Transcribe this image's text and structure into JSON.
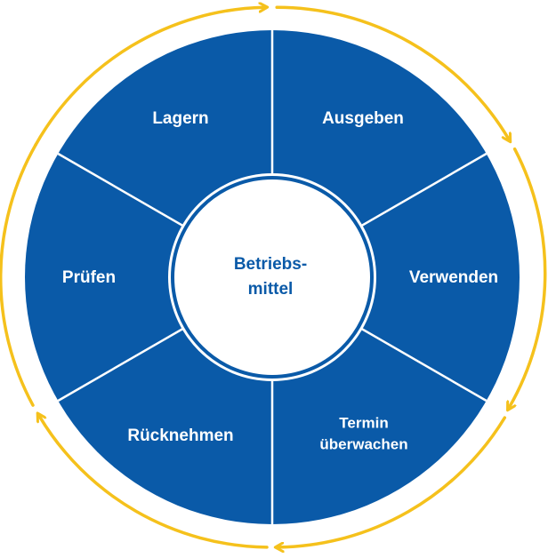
{
  "center": {
    "line1": "Betriebs-",
    "line2": "mittel"
  },
  "segments": [
    {
      "id": "lagern",
      "label": "Lagern"
    },
    {
      "id": "ausgeben",
      "label": "Ausgeben"
    },
    {
      "id": "verwenden",
      "label": "Verwenden"
    },
    {
      "id": "termin",
      "line1": "Termin",
      "line2": "überwachen"
    },
    {
      "id": "ruecknehmen",
      "label": "Rücknehmen"
    },
    {
      "id": "pruefen",
      "label": "Prüfen"
    }
  ],
  "colors": {
    "segment_fill": "#0a5aa8",
    "divider": "#ffffff",
    "cycle_arrow": "#f5c11c",
    "center_text": "#0a5aa8"
  }
}
